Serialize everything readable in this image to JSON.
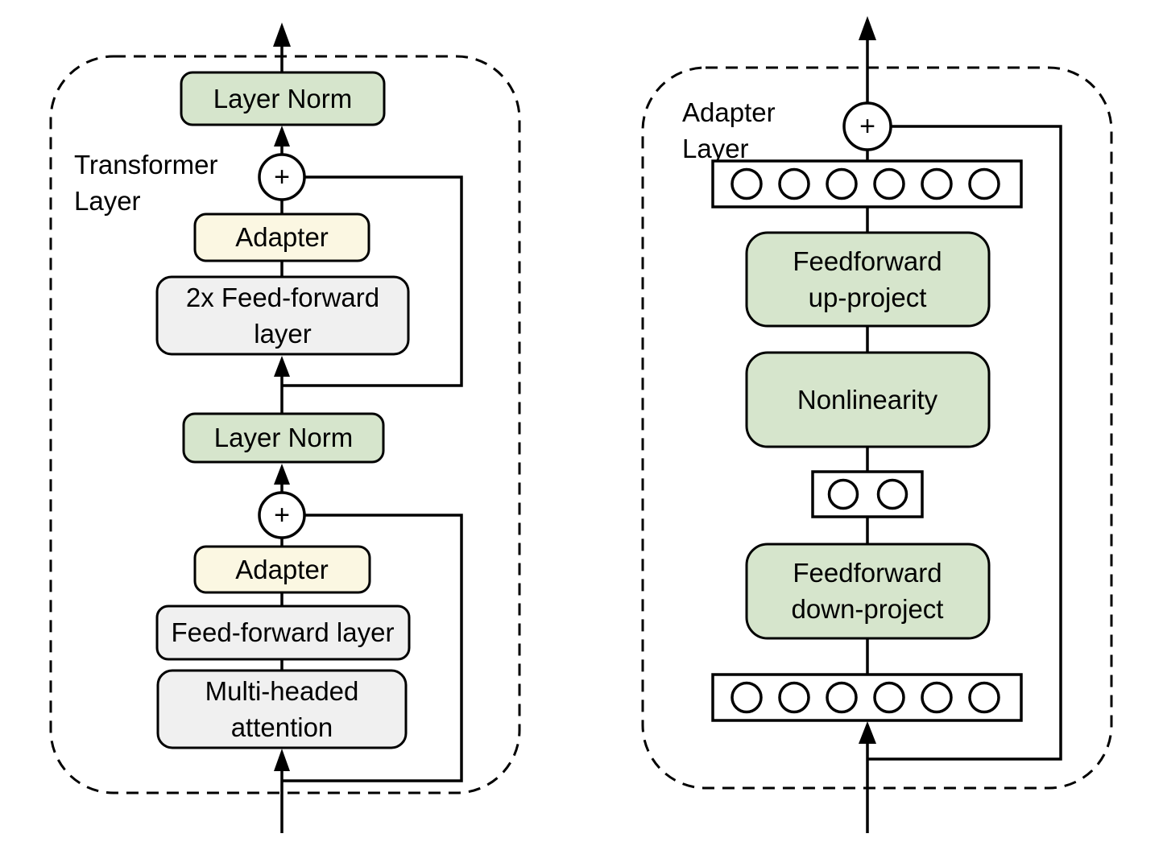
{
  "colors": {
    "green": "#d6e5cc",
    "yellow": "#fbf7e2",
    "gray": "#f0f0f0",
    "cream": "#fdfbec",
    "stroke": "#000000",
    "background": "#ffffff"
  },
  "left": {
    "label_line1": "Transformer",
    "label_line2": "Layer",
    "layer_norm_top": "Layer Norm",
    "add_top": "+",
    "adapter_top": "Adapter",
    "feedforward_2x_line1": "2x Feed-forward",
    "feedforward_2x_line2": "layer",
    "layer_norm_mid": "Layer Norm",
    "add_bottom": "+",
    "adapter_bottom": "Adapter",
    "feedforward": "Feed-forward layer",
    "attention_line1": "Multi-headed",
    "attention_line2": "attention"
  },
  "right": {
    "label_line1": "Adapter",
    "label_line2": "Layer",
    "add": "+",
    "up_project_line1": "Feedforward",
    "up_project_line2": "up-project",
    "nonlinearity": "Nonlinearity",
    "down_project_line1": "Feedforward",
    "down_project_line2": "down-project"
  }
}
